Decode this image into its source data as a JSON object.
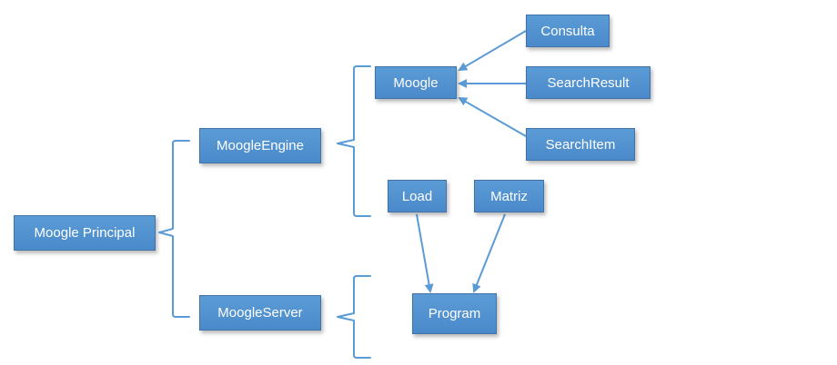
{
  "diagram": {
    "nodes": {
      "principal": "Moogle Principal",
      "engine": "MoogleEngine",
      "server": "MoogleServer",
      "moogle": "Moogle",
      "consulta": "Consulta",
      "search_result": "SearchResult",
      "search_item": "SearchItem",
      "load": "Load",
      "matriz": "Matriz",
      "program": "Program"
    },
    "colors": {
      "node_fill": "#5b9bd5",
      "node_border": "#4172a8",
      "node_text": "#ffffff",
      "connector": "#5b9bd5"
    }
  }
}
